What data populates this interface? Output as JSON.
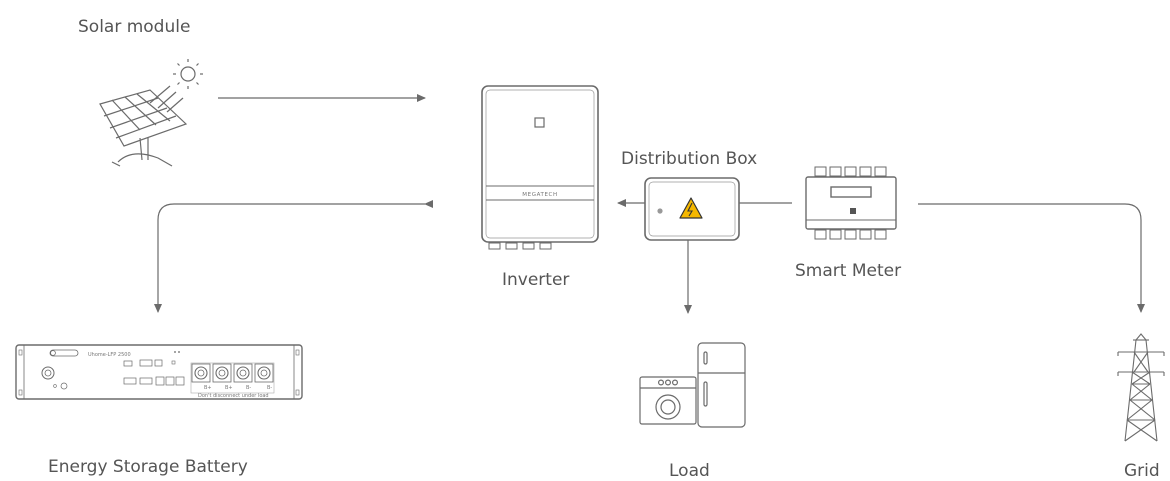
{
  "labels": {
    "solar": "Solar module",
    "inverter": "Inverter",
    "distribution": "Distribution Box",
    "meter": "Smart Meter",
    "battery": "Energy Storage Battery",
    "load": "Load",
    "grid": "Grid"
  },
  "inverter_brand": "MEGATECH",
  "battery_model": "Uhome-LFP 2500",
  "battery_ports": {
    "b1": "B+",
    "b2": "B+",
    "b3": "B-",
    "b4": "B-"
  },
  "battery_warning": "Don't disconnect under load",
  "colors": {
    "line": "#6b6b6b",
    "warning": "#f5b800"
  }
}
